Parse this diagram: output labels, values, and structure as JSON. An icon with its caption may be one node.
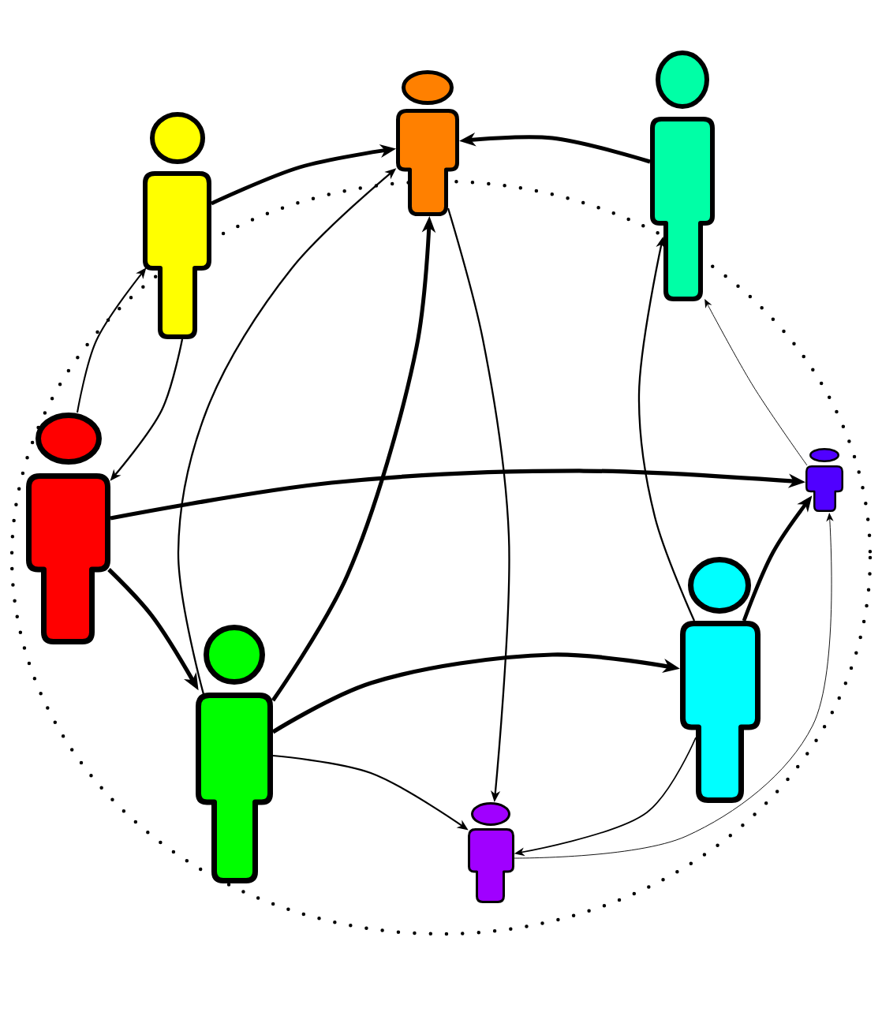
{
  "diagram": {
    "nodes": [
      {
        "text": [],
        "shape": "person"
      },
      {
        "text": [],
        "shape": "person"
      },
      {
        "text": [],
        "shape": "person"
      },
      {
        "text": [],
        "shape": "person"
      },
      {
        "text": [],
        "shape": "person"
      },
      {
        "text": [],
        "shape": "person"
      },
      {
        "text": [],
        "shape": "person"
      },
      {
        "text": [],
        "shape": "person"
      }
    ],
    "edges": [
      {
        "from": 0,
        "to": 1,
        "arrow": "to",
        "style": "thick"
      },
      {
        "from": 2,
        "to": 1,
        "arrow": "to",
        "style": "thick"
      },
      {
        "from": 3,
        "to": 0,
        "arrow": "to"
      },
      {
        "from": 0,
        "to": 3,
        "arrow": "to"
      },
      {
        "from": 5,
        "to": 1,
        "arrow": "to"
      },
      {
        "from": 5,
        "to": 1,
        "arrow": "to",
        "style": "thick"
      },
      {
        "from": 1,
        "to": 7,
        "arrow": "to"
      },
      {
        "from": 6,
        "to": 2,
        "arrow": "to"
      },
      {
        "from": 4,
        "to": 2,
        "arrow": "to"
      },
      {
        "from": 3,
        "to": 4,
        "arrow": "to",
        "style": "thick"
      },
      {
        "from": 3,
        "to": 5,
        "arrow": "to",
        "style": "thick"
      },
      {
        "from": 5,
        "to": 6,
        "arrow": "to",
        "style": "thick"
      },
      {
        "from": 5,
        "to": 7,
        "arrow": "to"
      },
      {
        "from": 6,
        "to": 4,
        "arrow": "to",
        "style": "thick"
      },
      {
        "from": 6,
        "to": 7,
        "arrow": "to"
      },
      {
        "from": 7,
        "to": 4,
        "arrow": "to"
      }
    ]
  }
}
